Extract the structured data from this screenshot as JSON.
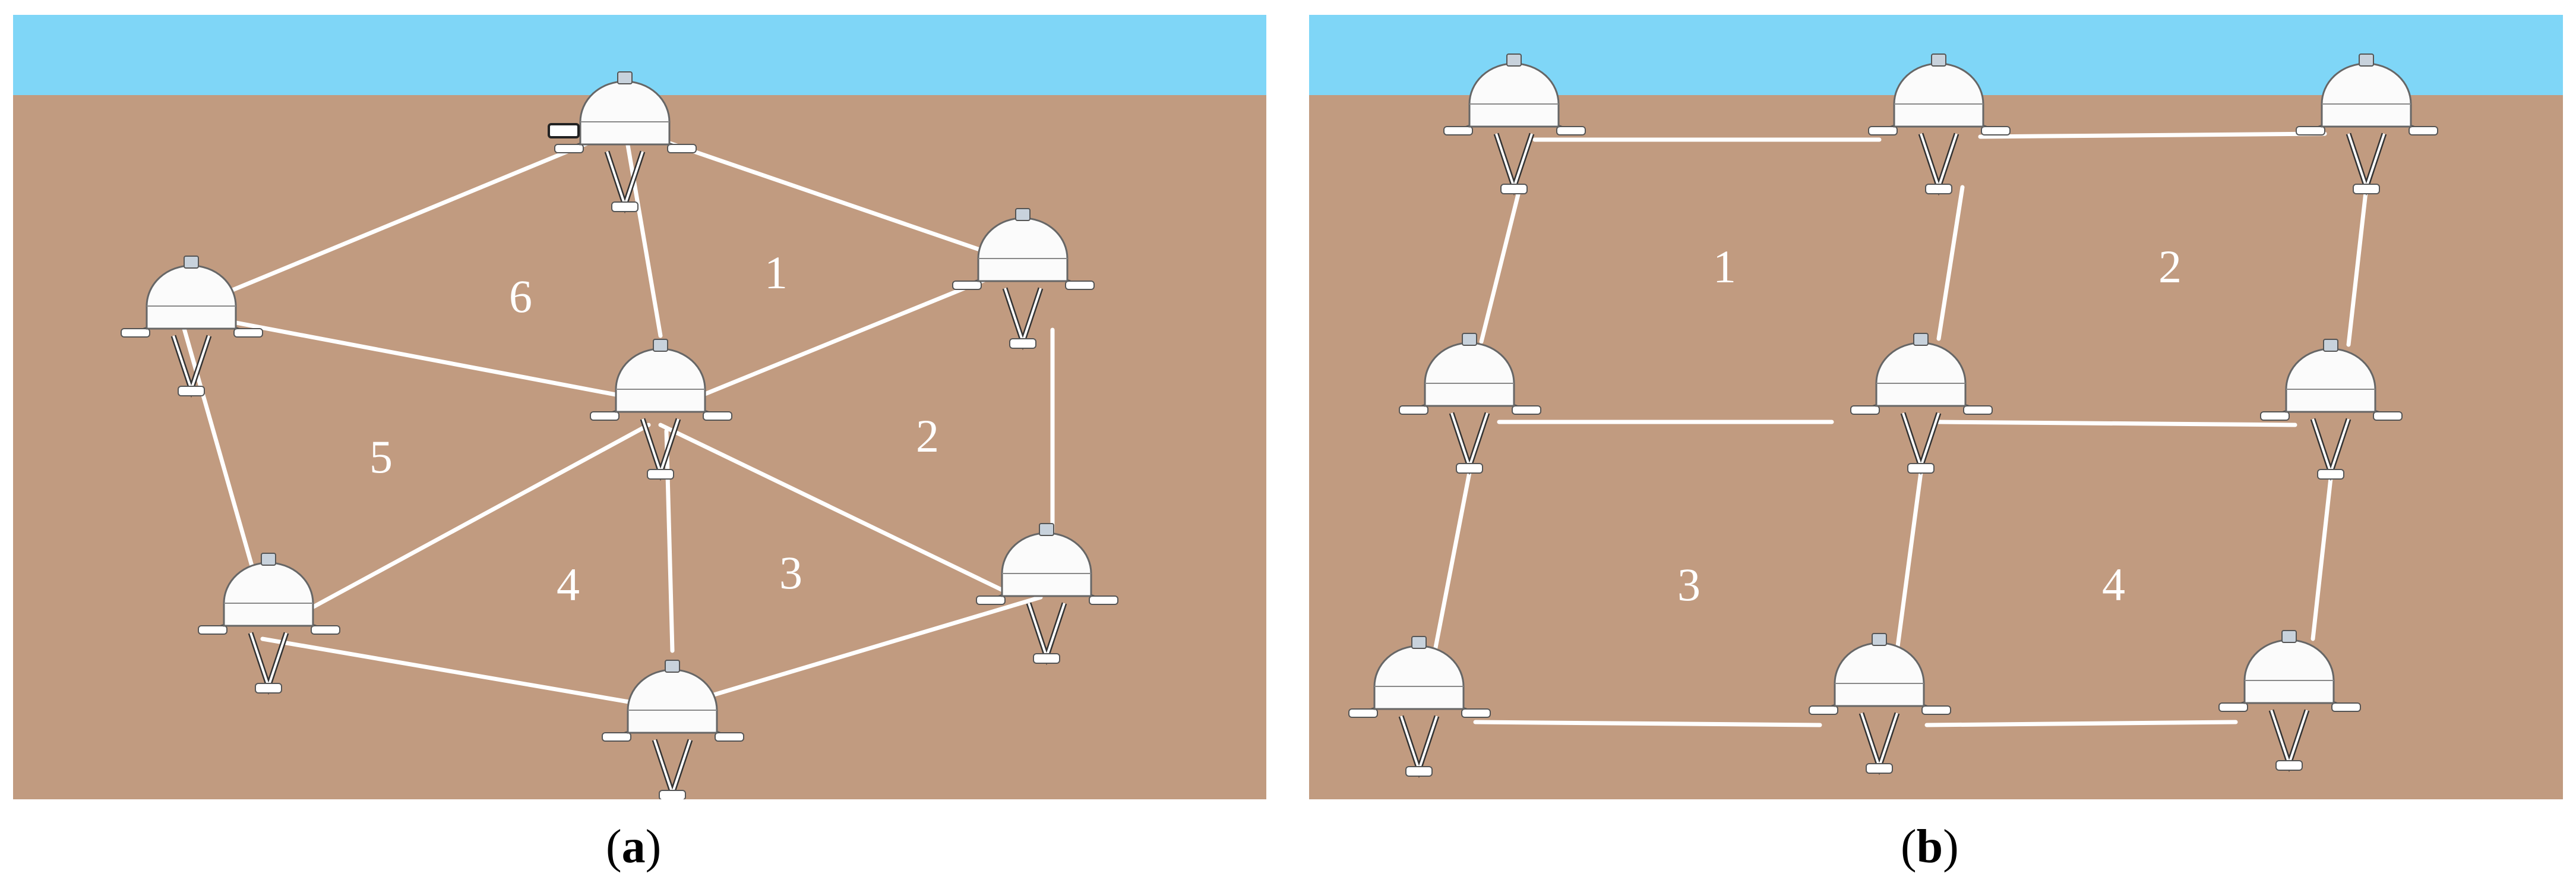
{
  "colors": {
    "sea": "#7fd6f7",
    "seabed": "#c19b80",
    "link": "#ffffff",
    "node_outline": "#555555"
  },
  "panels": [
    {
      "id": "a",
      "caption": {
        "open": "(",
        "letter": "a",
        "close": ")"
      },
      "region_labels": [
        "1",
        "2",
        "3",
        "4",
        "5",
        "6"
      ],
      "node_count": 7,
      "icon": "seabed-station-icon"
    },
    {
      "id": "b",
      "caption": {
        "open": "(",
        "letter": "b",
        "close": ")"
      },
      "region_labels": [
        "1",
        "2",
        "3",
        "4"
      ],
      "node_count": 9,
      "icon": "seabed-station-icon"
    }
  ]
}
